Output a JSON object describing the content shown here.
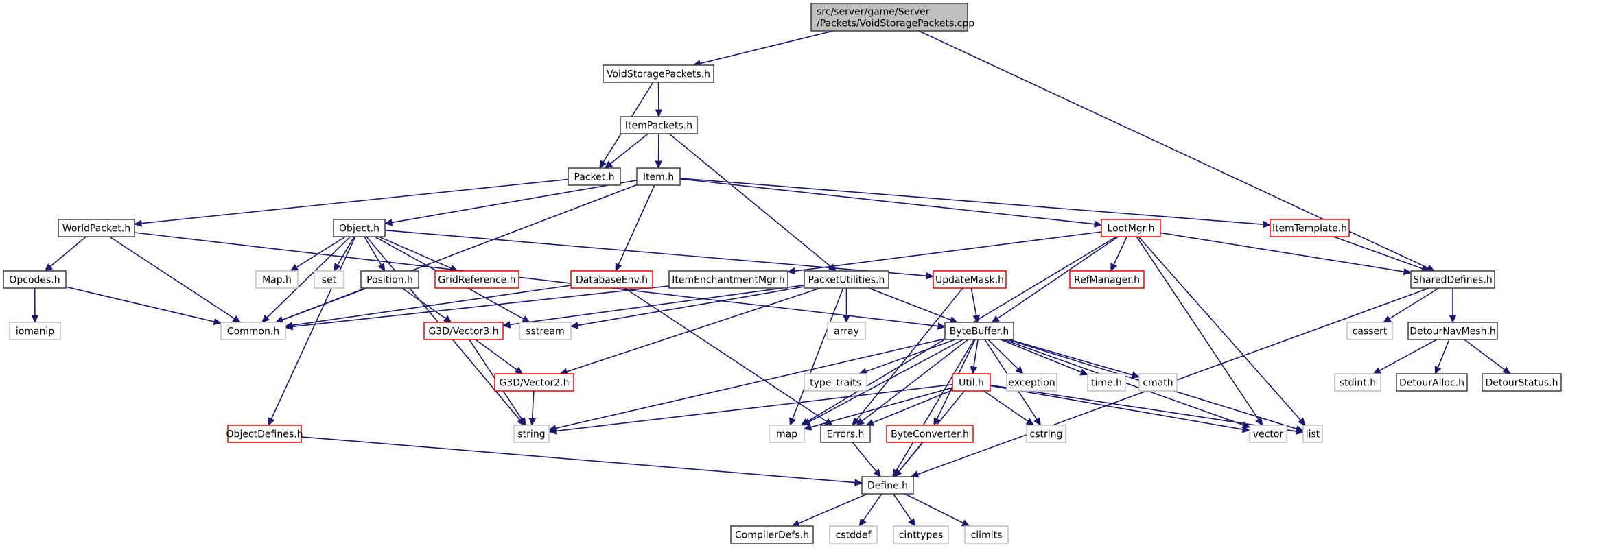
{
  "graph": {
    "title": "src/server/game/Server/Packets/VoidStoragePackets.cpp",
    "colors": {
      "root_fill": "#bfbfbf",
      "root_border": "#404040",
      "documented_border": "#404040",
      "truncated_border": "#ff0000",
      "external_border": "#bfbfbf",
      "edge": "#191970"
    },
    "nodes": [
      {
        "id": "root",
        "label": "src/server/game/Server\n/Packets/VoidStoragePackets.cpp",
        "kind": "root"
      },
      {
        "id": "voidstoragepackets_h",
        "label": "VoidStoragePackets.h",
        "kind": "documented"
      },
      {
        "id": "itempackets_h",
        "label": "ItemPackets.h",
        "kind": "documented"
      },
      {
        "id": "packet_h",
        "label": "Packet.h",
        "kind": "documented"
      },
      {
        "id": "item_h",
        "label": "Item.h",
        "kind": "documented"
      },
      {
        "id": "worldpacket_h",
        "label": "WorldPacket.h",
        "kind": "documented"
      },
      {
        "id": "object_h",
        "label": "Object.h",
        "kind": "documented"
      },
      {
        "id": "lootmgr_h",
        "label": "LootMgr.h",
        "kind": "truncated"
      },
      {
        "id": "itemtemplate_h",
        "label": "ItemTemplate.h",
        "kind": "truncated"
      },
      {
        "id": "opcodes_h",
        "label": "Opcodes.h",
        "kind": "documented"
      },
      {
        "id": "map_h",
        "label": "Map.h",
        "kind": "external"
      },
      {
        "id": "set",
        "label": "set",
        "kind": "external"
      },
      {
        "id": "position_h",
        "label": "Position.h",
        "kind": "documented"
      },
      {
        "id": "gridreference_h",
        "label": "GridReference.h",
        "kind": "truncated"
      },
      {
        "id": "databaseenv_h",
        "label": "DatabaseEnv.h",
        "kind": "truncated"
      },
      {
        "id": "itemenchantmentmgr_h",
        "label": "ItemEnchantmentMgr.h",
        "kind": "documented"
      },
      {
        "id": "packetutilities_h",
        "label": "PacketUtilities.h",
        "kind": "documented"
      },
      {
        "id": "updatemask_h",
        "label": "UpdateMask.h",
        "kind": "truncated"
      },
      {
        "id": "refmanager_h",
        "label": "RefManager.h",
        "kind": "truncated"
      },
      {
        "id": "shareddefines_h",
        "label": "SharedDefines.h",
        "kind": "documented"
      },
      {
        "id": "iomanip",
        "label": "iomanip",
        "kind": "external"
      },
      {
        "id": "common_h",
        "label": "Common.h",
        "kind": "external"
      },
      {
        "id": "g3d_vector3_h",
        "label": "G3D/Vector3.h",
        "kind": "truncated"
      },
      {
        "id": "sstream",
        "label": "sstream",
        "kind": "external"
      },
      {
        "id": "array",
        "label": "array",
        "kind": "external"
      },
      {
        "id": "bytebuffer_h",
        "label": "ByteBuffer.h",
        "kind": "documented"
      },
      {
        "id": "cassert",
        "label": "cassert",
        "kind": "external"
      },
      {
        "id": "detournavmesh_h",
        "label": "DetourNavMesh.h",
        "kind": "documented"
      },
      {
        "id": "g3d_vector2_h",
        "label": "G3D/Vector2.h",
        "kind": "truncated"
      },
      {
        "id": "type_traits",
        "label": "type_traits",
        "kind": "external"
      },
      {
        "id": "util_h",
        "label": "Util.h",
        "kind": "truncated"
      },
      {
        "id": "exception",
        "label": "exception",
        "kind": "external"
      },
      {
        "id": "time_h",
        "label": "time.h",
        "kind": "external"
      },
      {
        "id": "cmath",
        "label": "cmath",
        "kind": "external"
      },
      {
        "id": "stdint_h",
        "label": "stdint.h",
        "kind": "external"
      },
      {
        "id": "detouralloc_h",
        "label": "DetourAlloc.h",
        "kind": "documented"
      },
      {
        "id": "detourstatus_h",
        "label": "DetourStatus.h",
        "kind": "documented"
      },
      {
        "id": "objectdefines_h",
        "label": "ObjectDefines.h",
        "kind": "truncated"
      },
      {
        "id": "string",
        "label": "string",
        "kind": "external"
      },
      {
        "id": "map",
        "label": "map",
        "kind": "external"
      },
      {
        "id": "errors_h",
        "label": "Errors.h",
        "kind": "documented"
      },
      {
        "id": "byteconverter_h",
        "label": "ByteConverter.h",
        "kind": "truncated"
      },
      {
        "id": "cstring",
        "label": "cstring",
        "kind": "external"
      },
      {
        "id": "vector",
        "label": "vector",
        "kind": "external"
      },
      {
        "id": "list",
        "label": "list",
        "kind": "external"
      },
      {
        "id": "define_h",
        "label": "Define.h",
        "kind": "documented"
      },
      {
        "id": "compilerdefs_h",
        "label": "CompilerDefs.h",
        "kind": "documented"
      },
      {
        "id": "cstddef",
        "label": "cstddef",
        "kind": "external"
      },
      {
        "id": "cinttypes",
        "label": "cinttypes",
        "kind": "external"
      },
      {
        "id": "climits",
        "label": "climits",
        "kind": "external"
      }
    ],
    "edges": [
      [
        "root",
        "voidstoragepackets_h"
      ],
      [
        "root",
        "shareddefines_h"
      ],
      [
        "voidstoragepackets_h",
        "itempackets_h"
      ],
      [
        "voidstoragepackets_h",
        "packet_h"
      ],
      [
        "itempackets_h",
        "packet_h"
      ],
      [
        "itempackets_h",
        "item_h"
      ],
      [
        "itempackets_h",
        "packetutilities_h"
      ],
      [
        "packet_h",
        "worldpacket_h"
      ],
      [
        "item_h",
        "object_h"
      ],
      [
        "item_h",
        "lootmgr_h"
      ],
      [
        "item_h",
        "itemtemplate_h"
      ],
      [
        "item_h",
        "databaseenv_h"
      ],
      [
        "item_h",
        "common_h"
      ],
      [
        "worldpacket_h",
        "opcodes_h"
      ],
      [
        "worldpacket_h",
        "common_h"
      ],
      [
        "worldpacket_h",
        "bytebuffer_h"
      ],
      [
        "opcodes_h",
        "iomanip"
      ],
      [
        "opcodes_h",
        "common_h"
      ],
      [
        "object_h",
        "map_h"
      ],
      [
        "object_h",
        "set"
      ],
      [
        "object_h",
        "position_h"
      ],
      [
        "object_h",
        "gridreference_h"
      ],
      [
        "object_h",
        "sstream"
      ],
      [
        "object_h",
        "common_h"
      ],
      [
        "object_h",
        "objectdefines_h"
      ],
      [
        "object_h",
        "string"
      ],
      [
        "object_h",
        "updatemask_h"
      ],
      [
        "position_h",
        "common_h"
      ],
      [
        "position_h",
        "g3d_vector3_h"
      ],
      [
        "databaseenv_h",
        "common_h"
      ],
      [
        "databaseenv_h",
        "errors_h"
      ],
      [
        "itemenchantmentmgr_h",
        "common_h"
      ],
      [
        "packetutilities_h",
        "bytebuffer_h"
      ],
      [
        "packetutilities_h",
        "array"
      ],
      [
        "packetutilities_h",
        "sstream"
      ],
      [
        "packetutilities_h",
        "g3d_vector3_h"
      ],
      [
        "packetutilities_h",
        "g3d_vector2_h"
      ],
      [
        "packetutilities_h",
        "map"
      ],
      [
        "updatemask_h",
        "bytebuffer_h"
      ],
      [
        "updatemask_h",
        "errors_h"
      ],
      [
        "lootmgr_h",
        "refmanager_h"
      ],
      [
        "lootmgr_h",
        "itemenchantmentmgr_h"
      ],
      [
        "lootmgr_h",
        "shareddefines_h"
      ],
      [
        "lootmgr_h",
        "bytebuffer_h"
      ],
      [
        "lootmgr_h",
        "vector"
      ],
      [
        "lootmgr_h",
        "list"
      ],
      [
        "lootmgr_h",
        "map"
      ],
      [
        "itemtemplate_h",
        "shareddefines_h"
      ],
      [
        "shareddefines_h",
        "cassert"
      ],
      [
        "shareddefines_h",
        "detournavmesh_h"
      ],
      [
        "shareddefines_h",
        "define_h"
      ],
      [
        "detournavmesh_h",
        "stdint_h"
      ],
      [
        "detournavmesh_h",
        "detouralloc_h"
      ],
      [
        "detournavmesh_h",
        "detourstatus_h"
      ],
      [
        "g3d_vector3_h",
        "g3d_vector2_h"
      ],
      [
        "g3d_vector3_h",
        "string"
      ],
      [
        "g3d_vector2_h",
        "string"
      ],
      [
        "bytebuffer_h",
        "type_traits"
      ],
      [
        "bytebuffer_h",
        "util_h"
      ],
      [
        "bytebuffer_h",
        "exception"
      ],
      [
        "bytebuffer_h",
        "time_h"
      ],
      [
        "bytebuffer_h",
        "cmath"
      ],
      [
        "bytebuffer_h",
        "cstring"
      ],
      [
        "bytebuffer_h",
        "vector"
      ],
      [
        "bytebuffer_h",
        "list"
      ],
      [
        "bytebuffer_h",
        "string"
      ],
      [
        "bytebuffer_h",
        "map"
      ],
      [
        "bytebuffer_h",
        "errors_h"
      ],
      [
        "bytebuffer_h",
        "byteconverter_h"
      ],
      [
        "bytebuffer_h",
        "define_h"
      ],
      [
        "util_h",
        "string"
      ],
      [
        "util_h",
        "map"
      ],
      [
        "util_h",
        "errors_h"
      ],
      [
        "util_h",
        "cstring"
      ],
      [
        "util_h",
        "vector"
      ],
      [
        "util_h",
        "list"
      ],
      [
        "util_h",
        "define_h"
      ],
      [
        "objectdefines_h",
        "define_h"
      ],
      [
        "errors_h",
        "define_h"
      ],
      [
        "byteconverter_h",
        "define_h"
      ],
      [
        "define_h",
        "compilerdefs_h"
      ],
      [
        "define_h",
        "cstddef"
      ],
      [
        "define_h",
        "cinttypes"
      ],
      [
        "define_h",
        "climits"
      ]
    ]
  }
}
